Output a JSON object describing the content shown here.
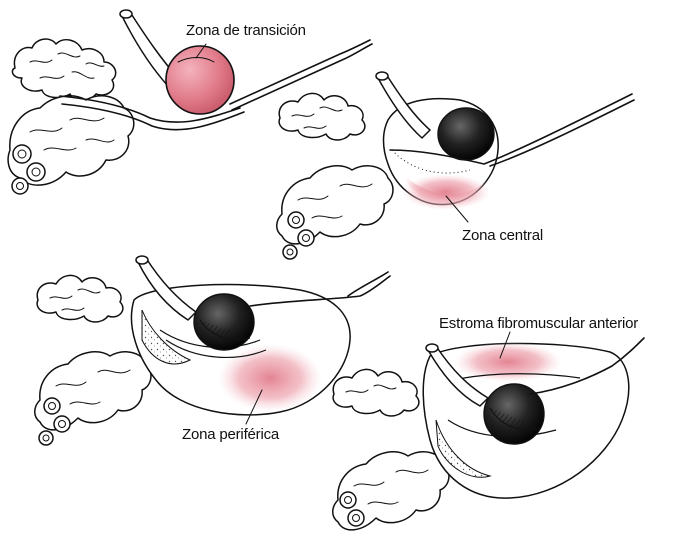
{
  "labels": {
    "transition_zone": "Zona de transición",
    "central_zone": "Zona central",
    "peripheral_zone": "Zona periférica",
    "anterior_stroma": "Estroma fibromuscular anterior"
  },
  "colors": {
    "zone_highlight": "#e27d8c",
    "ink": "#111111",
    "background": "#ffffff"
  }
}
